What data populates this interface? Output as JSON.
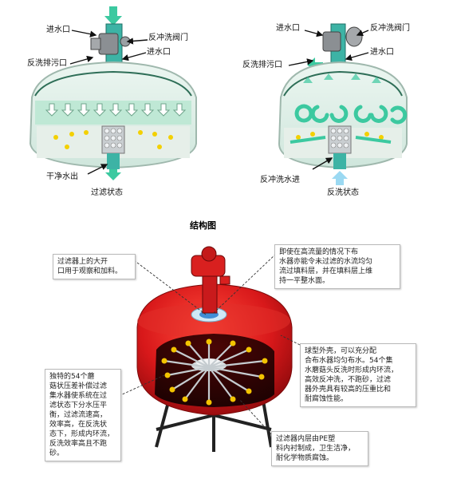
{
  "top_left": {
    "labels": {
      "inlet": "进水口",
      "backwash_valve": "反冲洗阀门",
      "inlet2": "进水口",
      "backwash_drain": "反洗排污口",
      "clean_outlet": "干净水出"
    },
    "caption": "过滤状态"
  },
  "top_right": {
    "labels": {
      "inlet": "进水口",
      "backwash_valve": "反冲洗阀门",
      "inlet2": "进水口",
      "backwash_drain": "反洗排污口",
      "backwash_in": "反冲洗水进"
    },
    "caption": "反洗状态"
  },
  "structure_title": "结构图",
  "callouts": {
    "opening": "过滤器上的大开\n口用于观察和加料。",
    "distributor": "即使在高流量的情况下布\n水器亦能令未过滤的水流均匀\n流过填料层，并在填料层上维\n持一平整水面。",
    "spherical": "球型外壳，可以充分配\n合布水器均匀布水。54个集\n水蘑菇头反洗时形成内环流，\n高效反冲洗，不跑砂，过滤\n器外壳具有较高的压重比和\n耐腐蚀性能。",
    "mushroom": "独特的54个蘑\n菇状压差补偿过滤\n集水器使系统在过\n滤状态下分水压平\n衡，过滤流速高，\n效率高，在反洗状\n态下，形成内环流，\n反洗效率高且不跑\n砂。",
    "liner": "过滤器内层由PE塑\n料内衬制成，卫生洁净，\n耐化学物质腐蚀。"
  },
  "colors": {
    "tank_red": "#d8181a",
    "flow_arrow": "#3cc9a0",
    "water_fill": "#cfeee0"
  }
}
